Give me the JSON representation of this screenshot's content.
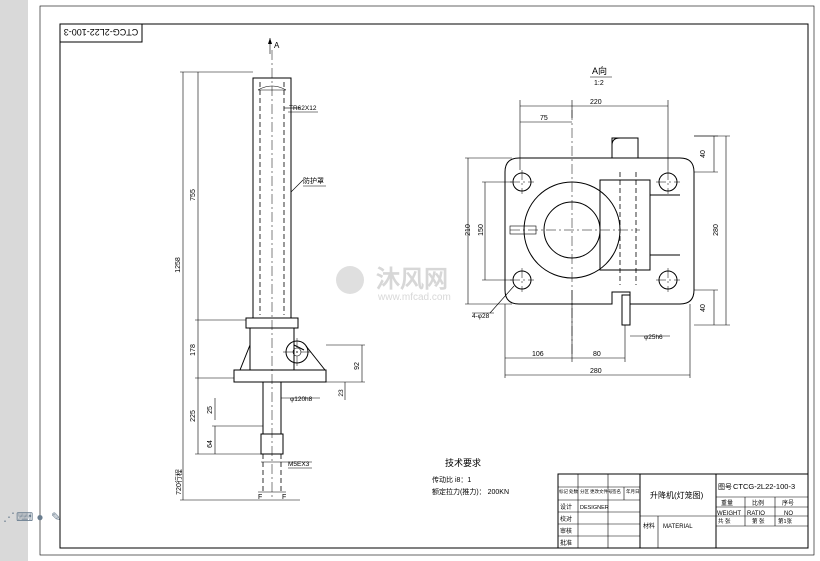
{
  "drawing": {
    "rotated_code": "CTCG-2L22-100-3",
    "section_marker": "A",
    "view_title": "A向",
    "view_scale": "1:2",
    "labels": {
      "thread": "TR62X12",
      "sleeve": "防护罩",
      "holes": "4-φ28",
      "shaft_fit": "φ25h6",
      "pin_fit": "φ120h8",
      "key": "M5EX3",
      "travel": "720行程",
      "f_mark_left": "F",
      "f_mark_right": "F"
    },
    "dims_left": {
      "overall": "1258",
      "tube": "755",
      "gear": "178",
      "lower": "225",
      "small": "25",
      "bottom": "64",
      "right_a": "92",
      "right_b": "23"
    },
    "dims_right": {
      "top_width": "220",
      "offset": "75",
      "height_a": "210",
      "height_b": "150",
      "height_total": "280",
      "corner_top": "40",
      "corner_bottom": "40",
      "bottom_left": "106",
      "bottom_mid": "80",
      "bottom_total": "280"
    },
    "tech_req": {
      "title": "技术要求",
      "line1": "传动比 i8：1",
      "line2": "额定拉力(推力)：  200KN"
    },
    "title_block": {
      "part_name": "升降机(灯笼图)",
      "drawing_no_label": "图号",
      "drawing_no": "CTCG-2L22-100-3",
      "weight_cn": "重量",
      "ratio_cn": "比例",
      "seq_cn": "序号",
      "weight_en": "WEIGHT",
      "ratio_en": "RATIO",
      "no_en": "NO",
      "sheet_total": "共  张",
      "sheet_no": "第  张",
      "sheet_cn": "第1张",
      "material_cn": "材料",
      "material_en": "MATERIAL",
      "design_cn": "设计",
      "design_en": "DESIGNER",
      "check_cn": "校对",
      "review_cn": "审核",
      "approve_cn": "批准",
      "header_cells": [
        "标记",
        "处数",
        "分区",
        "更改文件号",
        "签名",
        "年月日"
      ]
    },
    "watermark": {
      "cn": "沐风网",
      "url": "www.mfcad.com"
    }
  },
  "sidebar": {
    "icons": [
      "share-icon",
      "keyboard-icon",
      "user-icon",
      "wrench-icon"
    ]
  }
}
